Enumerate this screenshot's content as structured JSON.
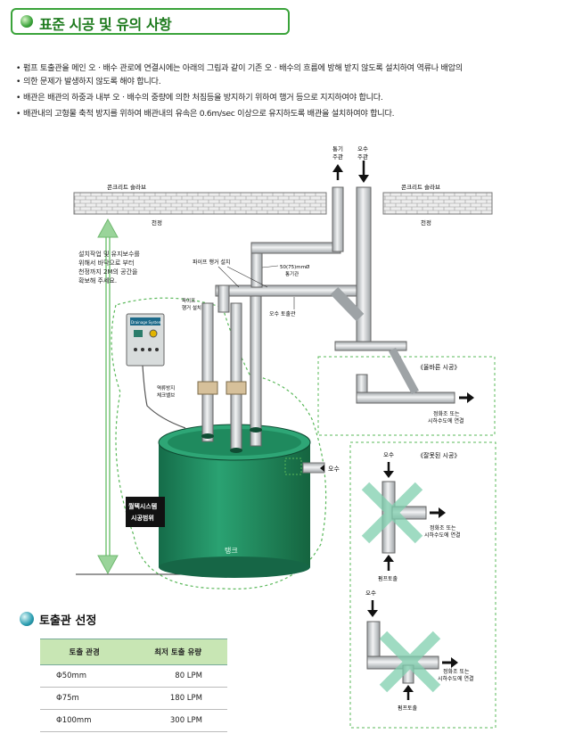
{
  "header": {
    "title": "표준 시공 및 유의 사항"
  },
  "notes": [
    "펌프 토출관을 메인 오ㆍ배수 관로에 연결시에는 아래의 그림과 같이 기존 오ㆍ배수의 흐름에 방해 받지 않도록 설치하여 역류나 배압의",
    "의한 문제가 발생하지 않도록 해야 합니다.",
    "배관은 배관의 하중과 내부 오ㆍ배수의 중량에 의한 처짐등을 방지하기 위하여 행거 등으로 지지하여야 합니다.",
    "배관내의 고형물 축적 방지를 위하여 배관내의 유속은 0.6m/sec 이상으로 유지하도록 배관을 설치하여야 합니다."
  ],
  "diagram": {
    "slab_left": "콘크리트 슬라브",
    "slab_right": "콘크리트 슬라브",
    "ceiling_left": "천정",
    "ceiling_right": "천정",
    "vent_pipe": [
      "통기",
      "주관"
    ],
    "sewage_main": [
      "오수",
      "주관"
    ],
    "space_note": [
      "설치작업 및 유지보수를",
      "위해서 바닥으로 부터",
      "천정까지 2M의 공간을",
      "확보해 주세요."
    ],
    "pipe_hanger": "파이프 행거 설치",
    "vent_pipe_size": [
      "50(75)mmØ",
      "통기관"
    ],
    "sewage_outlet": "오수 토출관",
    "pipe_hanger_small": [
      "파이프",
      "행거 설치"
    ],
    "check_valve": [
      "역류방지",
      "체크밸브"
    ],
    "panel_brand": "Drainage System",
    "scope": [
      "월텍시스템",
      "시공범위"
    ],
    "tank": "탱크",
    "sewage_in": "오수",
    "correct_title": "《올바른 시공》",
    "correct_dest": [
      "정화조 또는",
      "시하수도에 연결"
    ],
    "wrong_title": "《잘못된 시공》",
    "wrong_top": "오수",
    "wrong_dest": [
      "정화조 또는",
      "시하수도에 연결"
    ],
    "pump_outlet": "펌프토출",
    "wrong2_top": "오수",
    "wrong2_dest": [
      "정화조 또는",
      "시하수도에 연결"
    ],
    "pump_outlet2": "펌프토출"
  },
  "section2": {
    "title": "토출관 선정"
  },
  "spec_table": {
    "headers": [
      "토출 관경",
      "최저 토출 유량"
    ],
    "rows": [
      [
        "Φ50mm",
        "80 LPM"
      ],
      [
        "Φ75m",
        "180 LPM"
      ],
      [
        "Φ100mm",
        "300 LPM"
      ]
    ]
  },
  "colors": {
    "accent_green": "#3aa33a",
    "tank_green": "#1f8a5e",
    "pipe_gray": "#c9ccce",
    "table_header": "#c8e6b4"
  }
}
